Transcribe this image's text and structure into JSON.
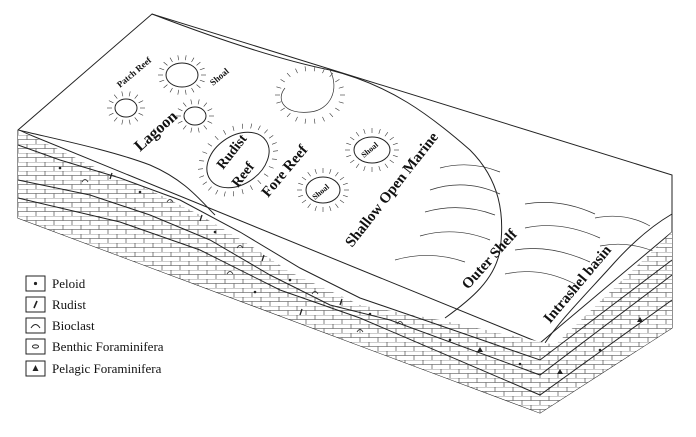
{
  "labels": {
    "patch_reef": "Patch Reef",
    "shoal_1": "Shoal",
    "lagoon": "Lagoon",
    "rudist_reef_1": "Rudist",
    "rudist_reef_2": "Reef",
    "fore_reef": "Fore Reef",
    "shoal_2": "Shoal",
    "shoal_3": "Shoal",
    "shallow_open_marine": "Shallow Open Marine",
    "outer_shelf": "Outer Shelf",
    "intrashelf_basin": "Intrashel basin"
  },
  "legend": [
    {
      "symbol": "peloid-icon",
      "label": "Peloid"
    },
    {
      "symbol": "rudist-icon",
      "label": "Rudist"
    },
    {
      "symbol": "bioclast-icon",
      "label": "Bioclast"
    },
    {
      "symbol": "benthic-foraminifera-icon",
      "label": "Benthic Foraminifera"
    },
    {
      "symbol": "pelagic-foraminifera-icon",
      "label": "Pelagic Foraminifera"
    }
  ],
  "colors": {
    "line": "#222222",
    "background": "#ffffff"
  }
}
